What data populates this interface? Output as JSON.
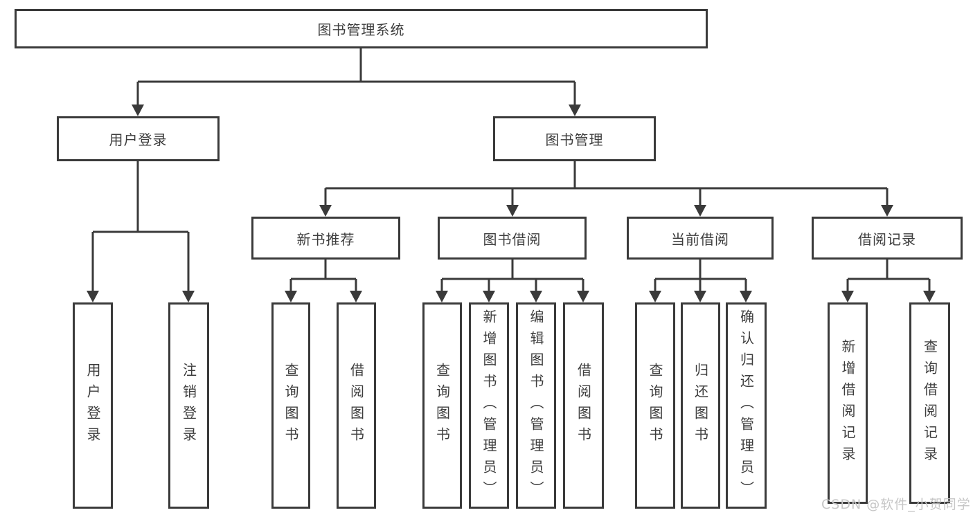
{
  "diagram": {
    "root": {
      "label": "图书管理系统"
    },
    "branches": [
      {
        "label": "用户登录",
        "children": [
          {
            "label": "用户登录"
          },
          {
            "label": "注销登录"
          }
        ]
      },
      {
        "label": "图书管理",
        "children": [
          {
            "label": "新书推荐",
            "children": [
              {
                "label": "查询图书"
              },
              {
                "label": "借阅图书"
              }
            ]
          },
          {
            "label": "图书借阅",
            "children": [
              {
                "label": "查询图书"
              },
              {
                "label": "新增图书（管理员）"
              },
              {
                "label": "编辑图书（管理员）"
              },
              {
                "label": "借阅图书"
              }
            ]
          },
          {
            "label": "当前借阅",
            "children": [
              {
                "label": "查询图书"
              },
              {
                "label": "归还图书"
              },
              {
                "label": "确认归还（管理员）"
              }
            ]
          },
          {
            "label": "借阅记录",
            "children": [
              {
                "label": "新增借阅记录"
              },
              {
                "label": "查询借阅记录"
              }
            ]
          }
        ]
      }
    ],
    "watermark": "CSDN @软件_小贺同学"
  },
  "colors": {
    "line": "#3a3a3a",
    "text": "#3d3d3d",
    "watermark": "#c6c6c6",
    "background": "#ffffff"
  }
}
